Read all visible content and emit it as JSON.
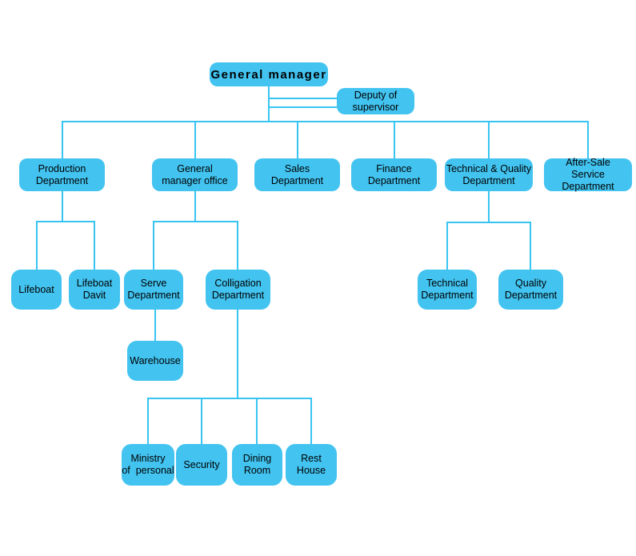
{
  "diagram": {
    "kind": "organization-chart",
    "colors": {
      "background": "#ffffff",
      "box_fill": "#42C3F0",
      "connector": "#38C4F3",
      "text": "#000000"
    },
    "nodes": {
      "general_manager": "General manager",
      "deputy_supervisor": "Deputy of\nsupervisor",
      "production_department": "Production\nDepartment",
      "general_manager_office": "General\nmanager office",
      "sales_department": "Sales\nDepartment",
      "finance_department": "Finance\nDepartment",
      "technical_quality_department": "Technical & Quality\nDepartment",
      "after_sale_service_department": "After-Sale\nService Department",
      "lifeboat": "Lifeboat",
      "lifeboat_davit": "Lifeboat\nDavit",
      "serve_department": "Serve\nDepartment",
      "colligation_department": "Colligation\nDepartment",
      "warehouse": "Warehouse",
      "technical_department": "Technical\nDepartment",
      "quality_department": "Quality\nDepartment",
      "ministry_of_personal": "Ministry\nof  personal",
      "security": "Security",
      "dining_room": "Dining\nRoom",
      "rest_house": "Rest\nHouse"
    },
    "edges": [
      [
        "general_manager",
        "deputy_supervisor"
      ],
      [
        "general_manager",
        "production_department"
      ],
      [
        "general_manager",
        "general_manager_office"
      ],
      [
        "general_manager",
        "sales_department"
      ],
      [
        "general_manager",
        "finance_department"
      ],
      [
        "general_manager",
        "technical_quality_department"
      ],
      [
        "general_manager",
        "after_sale_service_department"
      ],
      [
        "production_department",
        "lifeboat"
      ],
      [
        "production_department",
        "lifeboat_davit"
      ],
      [
        "general_manager_office",
        "serve_department"
      ],
      [
        "general_manager_office",
        "colligation_department"
      ],
      [
        "serve_department",
        "warehouse"
      ],
      [
        "colligation_department",
        "ministry_of_personal"
      ],
      [
        "colligation_department",
        "security"
      ],
      [
        "colligation_department",
        "dining_room"
      ],
      [
        "colligation_department",
        "rest_house"
      ],
      [
        "technical_quality_department",
        "technical_department"
      ],
      [
        "technical_quality_department",
        "quality_department"
      ]
    ]
  }
}
